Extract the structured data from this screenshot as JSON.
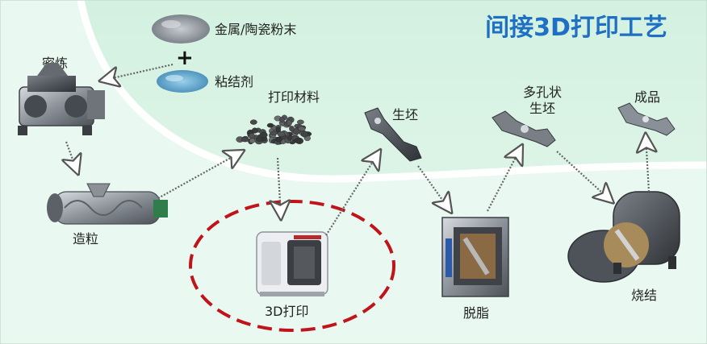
{
  "title": "间接3D打印工艺",
  "labels": {
    "powder": "金属/陶瓷粉末",
    "plus": "+",
    "binder": "粘结剂",
    "mixing": "密炼",
    "granulation": "造粒",
    "material": "打印材料",
    "print": "3D打印",
    "green": "生坯",
    "debinding": "脱脂",
    "porous_line1": "多孔状",
    "porous_line2": "生坯",
    "sintering": "烧结",
    "product": "成品"
  },
  "colors": {
    "title": "#1f6fc4",
    "background_outer": "#dff4e8",
    "background_inner": "#cdeedd",
    "highlight_dash": "#c0141a",
    "arrow_line": "#6f6f6f"
  }
}
